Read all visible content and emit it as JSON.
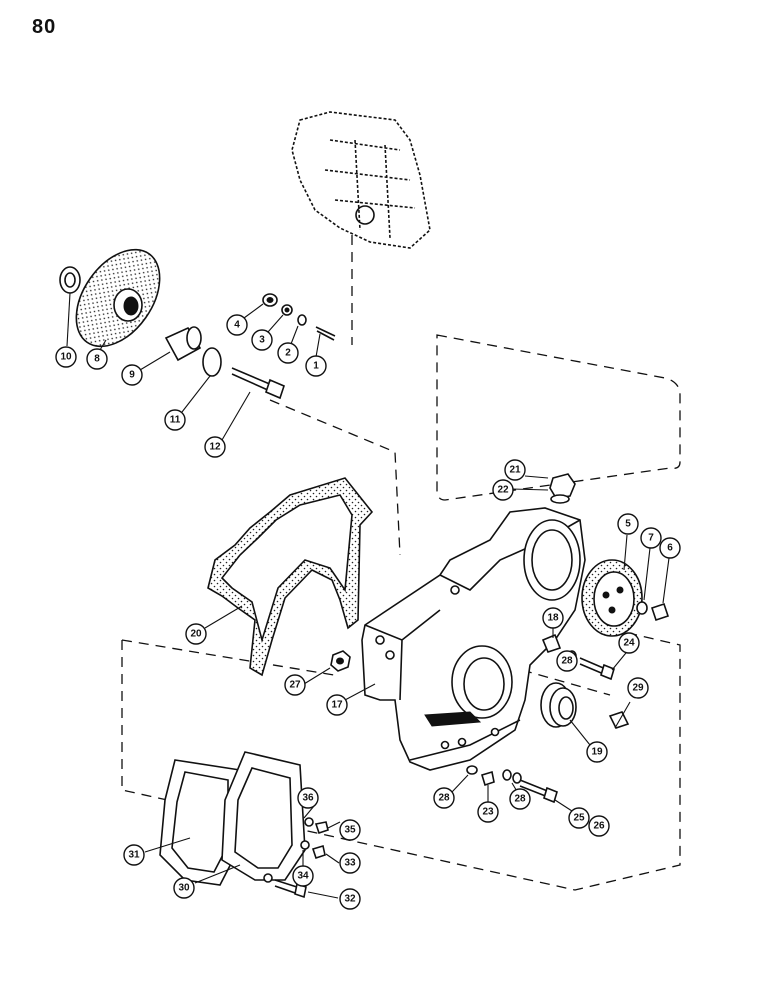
{
  "page": {
    "number": "80"
  },
  "callouts": [
    {
      "id": "c1",
      "label": "1"
    },
    {
      "id": "c2",
      "label": "2"
    },
    {
      "id": "c3",
      "label": "3"
    },
    {
      "id": "c4",
      "label": "4"
    },
    {
      "id": "c5",
      "label": "5"
    },
    {
      "id": "c6",
      "label": "6"
    },
    {
      "id": "c7",
      "label": "7"
    },
    {
      "id": "c8",
      "label": "8"
    },
    {
      "id": "c9",
      "label": "9"
    },
    {
      "id": "c10",
      "label": "10"
    },
    {
      "id": "c11",
      "label": "11"
    },
    {
      "id": "c12",
      "label": "12"
    },
    {
      "id": "c17",
      "label": "17"
    },
    {
      "id": "c18",
      "label": "18"
    },
    {
      "id": "c19",
      "label": "19"
    },
    {
      "id": "c20",
      "label": "20"
    },
    {
      "id": "c21",
      "label": "21"
    },
    {
      "id": "c22",
      "label": "22"
    },
    {
      "id": "c23",
      "label": "23"
    },
    {
      "id": "c24",
      "label": "24"
    },
    {
      "id": "c25",
      "label": "25"
    },
    {
      "id": "c26",
      "label": "26"
    },
    {
      "id": "c27",
      "label": "27"
    },
    {
      "id": "c28a",
      "label": "28"
    },
    {
      "id": "c28b",
      "label": "28"
    },
    {
      "id": "c28c",
      "label": "28"
    },
    {
      "id": "c29",
      "label": "29"
    },
    {
      "id": "c30",
      "label": "30"
    },
    {
      "id": "c31",
      "label": "31"
    },
    {
      "id": "c32",
      "label": "32"
    },
    {
      "id": "c33",
      "label": "33"
    },
    {
      "id": "c34",
      "label": "34"
    },
    {
      "id": "c35",
      "label": "35"
    },
    {
      "id": "c36",
      "label": "36"
    }
  ]
}
